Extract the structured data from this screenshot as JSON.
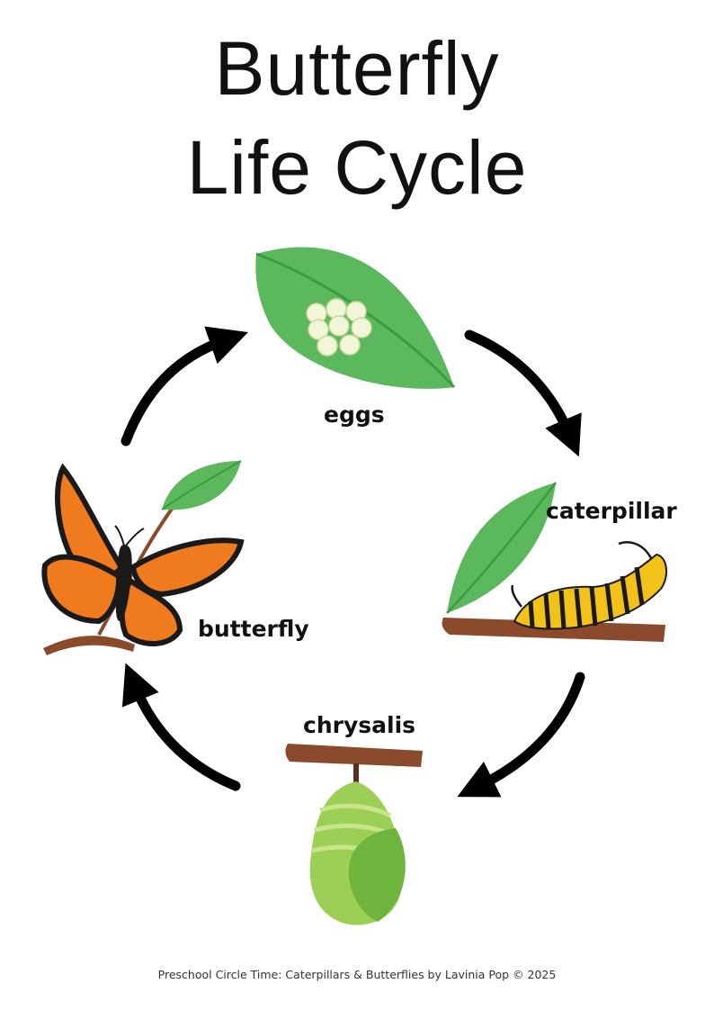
{
  "title": {
    "line1": "Butterfly",
    "line2": "Life Cycle"
  },
  "stages": {
    "eggs": "eggs",
    "caterpillar": "caterpillar",
    "chrysalis": "chrysalis",
    "butterfly": "butterfly"
  },
  "footer": "Preschool Circle Time: Caterpillars & Butterflies by Lavinia Pop © 2025",
  "colors": {
    "leaf": "#5cb85c",
    "leaf_dark": "#3e9a3e",
    "egg": "#f1f6d8",
    "branch": "#8a4a2b",
    "chrysalis": "#9ccf55",
    "wing_orange": "#f07a1e",
    "wing_black": "#1a1a1a",
    "caterpillar_yellow": "#f3c21a",
    "arrow": "#000000"
  }
}
